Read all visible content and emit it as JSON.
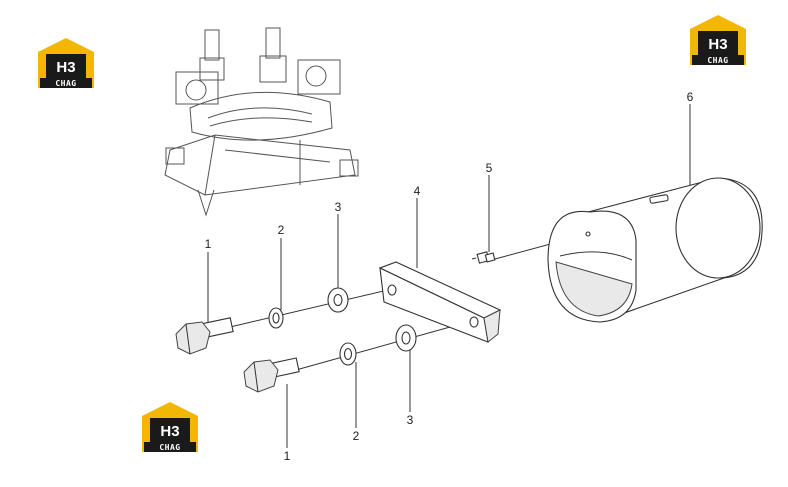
{
  "logos": [
    {
      "text": "H3",
      "sub": "CHAG",
      "colors": {
        "house": "#f2b705",
        "plate": "#1a1a1a"
      }
    },
    {
      "text": "H3",
      "sub": "CHAG",
      "colors": {
        "house": "#f2b705",
        "plate": "#1a1a1a"
      }
    },
    {
      "text": "H3",
      "sub": "CHAG",
      "colors": {
        "house": "#f2b705",
        "plate": "#1a1a1a"
      }
    }
  ],
  "callouts": [
    {
      "label": "1"
    },
    {
      "label": "2"
    },
    {
      "label": "3"
    },
    {
      "label": "4"
    },
    {
      "label": "5"
    },
    {
      "label": "6"
    },
    {
      "label": "1"
    },
    {
      "label": "2"
    },
    {
      "label": "3"
    }
  ]
}
